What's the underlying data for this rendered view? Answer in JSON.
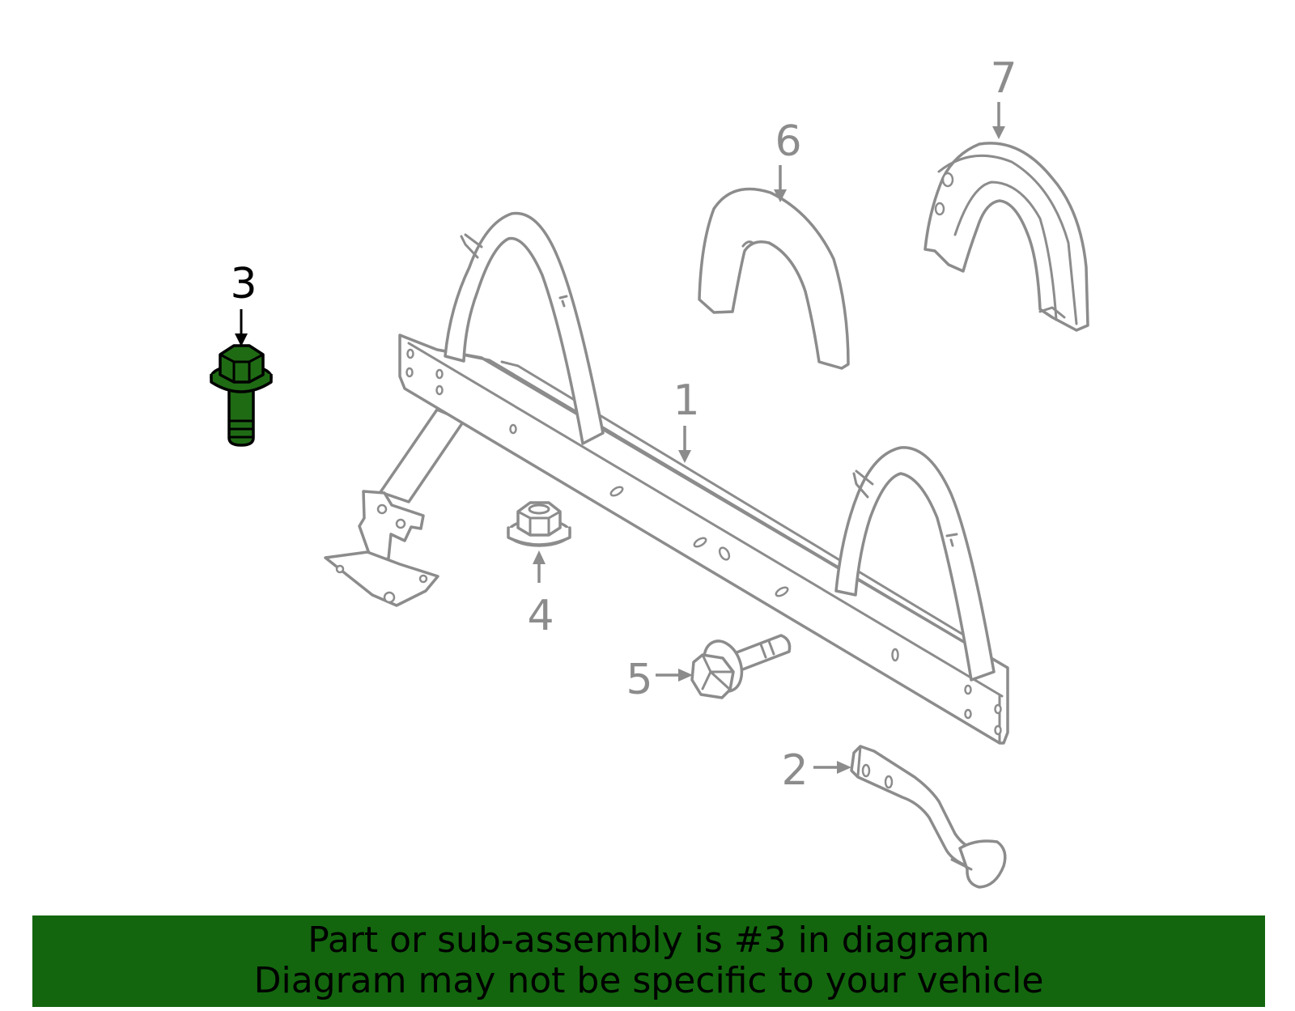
{
  "callouts": {
    "c1": "1",
    "c2": "2",
    "c3": "3",
    "c4": "4",
    "c5": "5",
    "c6": "6",
    "c7": "7"
  },
  "highlight": {
    "part_number": "3",
    "fill_color": "#1f6b14",
    "label_color": "#000000"
  },
  "colors": {
    "outline": "#8c8c8c",
    "banner": "#13660e"
  },
  "banner": {
    "line1": "Part or sub-assembly is #3 in diagram",
    "line2": "Diagram may not be specific to your vehicle"
  }
}
